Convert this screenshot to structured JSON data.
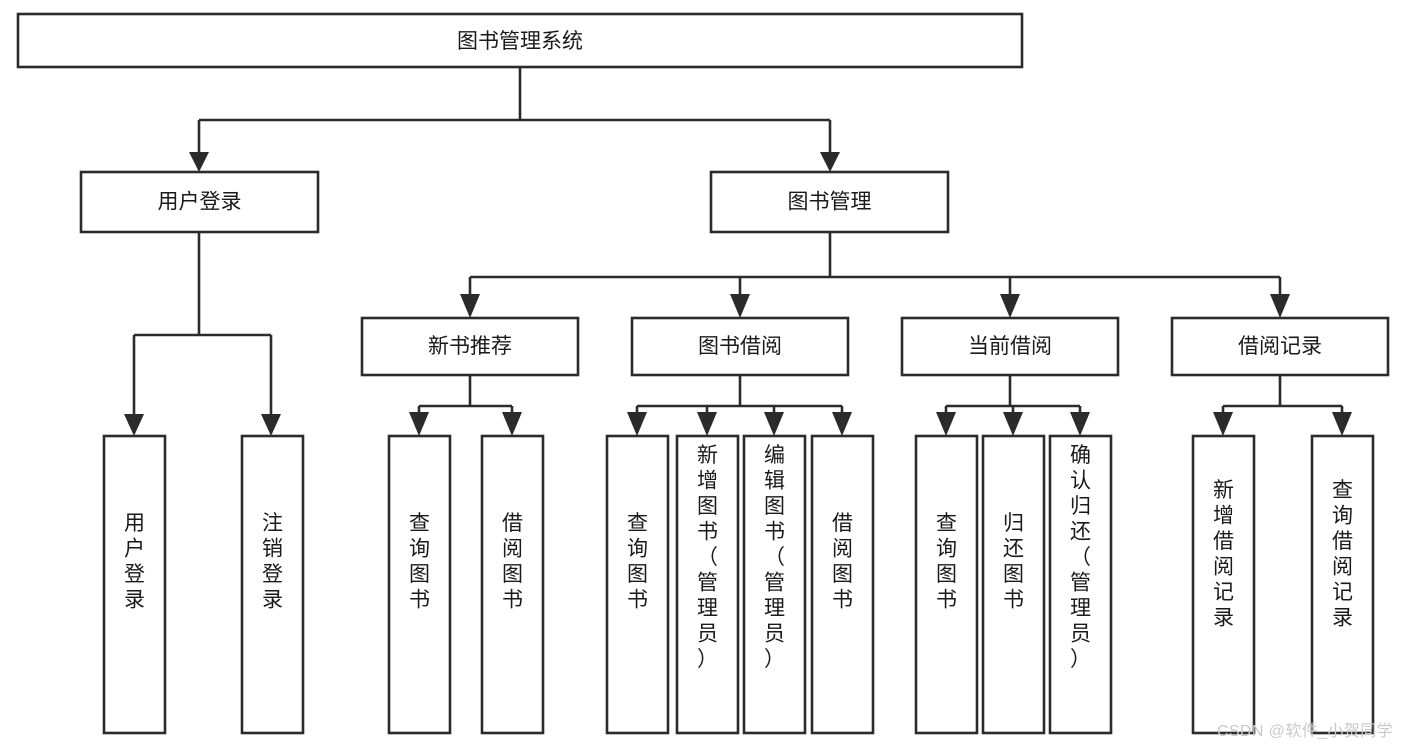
{
  "diagram": {
    "title": "图书管理系统",
    "type": "tree",
    "watermark": "CSDN @软件_小贺同学",
    "colors": {
      "background": "#ffffff",
      "box_fill": "#ffffff",
      "box_stroke": "#2b2b2b",
      "connector": "#2b2b2b",
      "label": "#1a1a1a",
      "watermark": "#c9c9c9"
    },
    "nodes": {
      "root": {
        "label": "图书管理系统",
        "level": 1
      },
      "l2_user_login": {
        "label": "用户登录",
        "level": 2
      },
      "l2_book_manage": {
        "label": "图书管理",
        "level": 2
      },
      "l3_new_book_rec": {
        "label": "新书推荐",
        "level": 3
      },
      "l3_book_borrow": {
        "label": "图书借阅",
        "level": 3
      },
      "l3_current_borrow": {
        "label": "当前借阅",
        "level": 3
      },
      "l3_borrow_record": {
        "label": "借阅记录",
        "level": 3
      },
      "leaf_user_login": {
        "label": "用户登录",
        "level": 4
      },
      "leaf_logout_login": {
        "label": "注销登录",
        "level": 4
      },
      "leaf_query_book_a": {
        "label": "查询图书",
        "level": 4
      },
      "leaf_borrow_book_a": {
        "label": "借阅图书",
        "level": 4
      },
      "leaf_query_book_b": {
        "label": "查询图书",
        "level": 4
      },
      "leaf_add_book": {
        "label": "新增图书（管理员）",
        "level": 4
      },
      "leaf_edit_book": {
        "label": "编辑图书（管理员）",
        "level": 4
      },
      "leaf_borrow_book_b": {
        "label": "借阅图书",
        "level": 4
      },
      "leaf_query_book_c": {
        "label": "查询图书",
        "level": 4
      },
      "leaf_return_book": {
        "label": "归还图书",
        "level": 4
      },
      "leaf_confirm_return": {
        "label": "确认归还（管理员）",
        "level": 4
      },
      "leaf_add_record": {
        "label": "新增借阅记录",
        "level": 4
      },
      "leaf_query_record": {
        "label": "查询借阅记录",
        "level": 4
      }
    },
    "edges": [
      {
        "from": "root",
        "to": "l2_user_login"
      },
      {
        "from": "root",
        "to": "l2_book_manage"
      },
      {
        "from": "l2_user_login",
        "to": "leaf_user_login"
      },
      {
        "from": "l2_user_login",
        "to": "leaf_logout_login"
      },
      {
        "from": "l2_book_manage",
        "to": "l3_new_book_rec"
      },
      {
        "from": "l2_book_manage",
        "to": "l3_book_borrow"
      },
      {
        "from": "l2_book_manage",
        "to": "l3_current_borrow"
      },
      {
        "from": "l2_book_manage",
        "to": "l3_borrow_record"
      },
      {
        "from": "l3_new_book_rec",
        "to": "leaf_query_book_a"
      },
      {
        "from": "l3_new_book_rec",
        "to": "leaf_borrow_book_a"
      },
      {
        "from": "l3_book_borrow",
        "to": "leaf_query_book_b"
      },
      {
        "from": "l3_book_borrow",
        "to": "leaf_add_book"
      },
      {
        "from": "l3_book_borrow",
        "to": "leaf_edit_book"
      },
      {
        "from": "l3_book_borrow",
        "to": "leaf_borrow_book_b"
      },
      {
        "from": "l3_current_borrow",
        "to": "leaf_query_book_c"
      },
      {
        "from": "l3_current_borrow",
        "to": "leaf_return_book"
      },
      {
        "from": "l3_current_borrow",
        "to": "leaf_confirm_return"
      },
      {
        "from": "l3_borrow_record",
        "to": "leaf_add_record"
      },
      {
        "from": "l3_borrow_record",
        "to": "leaf_query_record"
      }
    ]
  }
}
